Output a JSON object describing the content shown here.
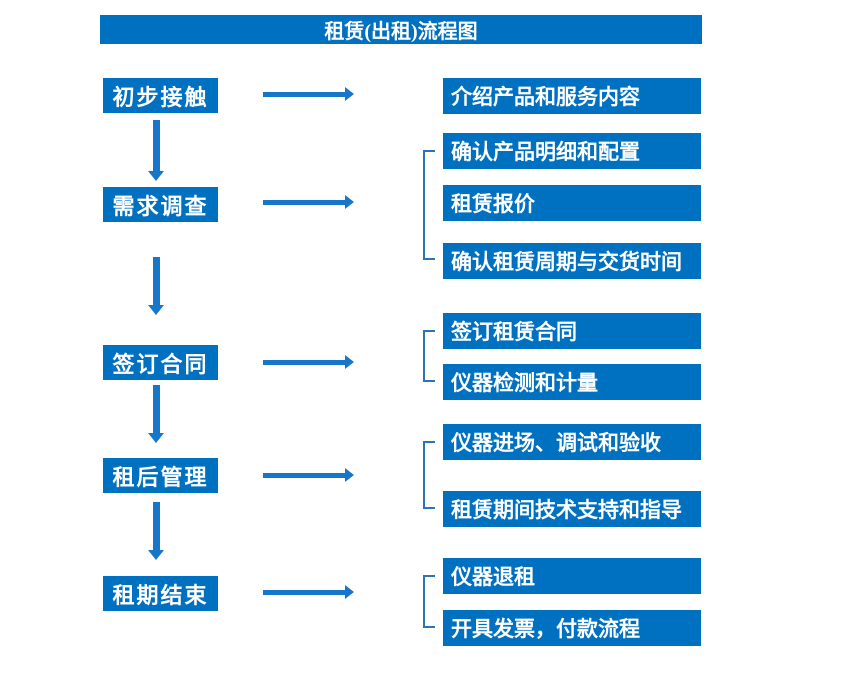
{
  "title": "租赁(出租)流程图",
  "colors": {
    "box-blue": "#0070C0",
    "arrow-blue": "#1876CA",
    "bracket-blue": "#2E74B5",
    "text-white": "#FFFFFF",
    "background": "#FFFFFF"
  },
  "left_steps": [
    {
      "label": "初步接触"
    },
    {
      "label": "需求调查"
    },
    {
      "label": "签订合同"
    },
    {
      "label": "租后管理"
    },
    {
      "label": "租期结束"
    }
  ],
  "right_groups": [
    {
      "items": [
        "介绍产品和服务内容"
      ]
    },
    {
      "items": [
        "确认产品明细和配置",
        "租赁报价",
        "确认租赁周期与交货时间"
      ]
    },
    {
      "items": [
        "签订租赁合同",
        "仪器检测和计量"
      ]
    },
    {
      "items": [
        "仪器进场、调试和验收",
        "租赁期间技术支持和指导"
      ]
    },
    {
      "items": [
        "仪器退租",
        "开具发票，付款流程"
      ]
    }
  ]
}
